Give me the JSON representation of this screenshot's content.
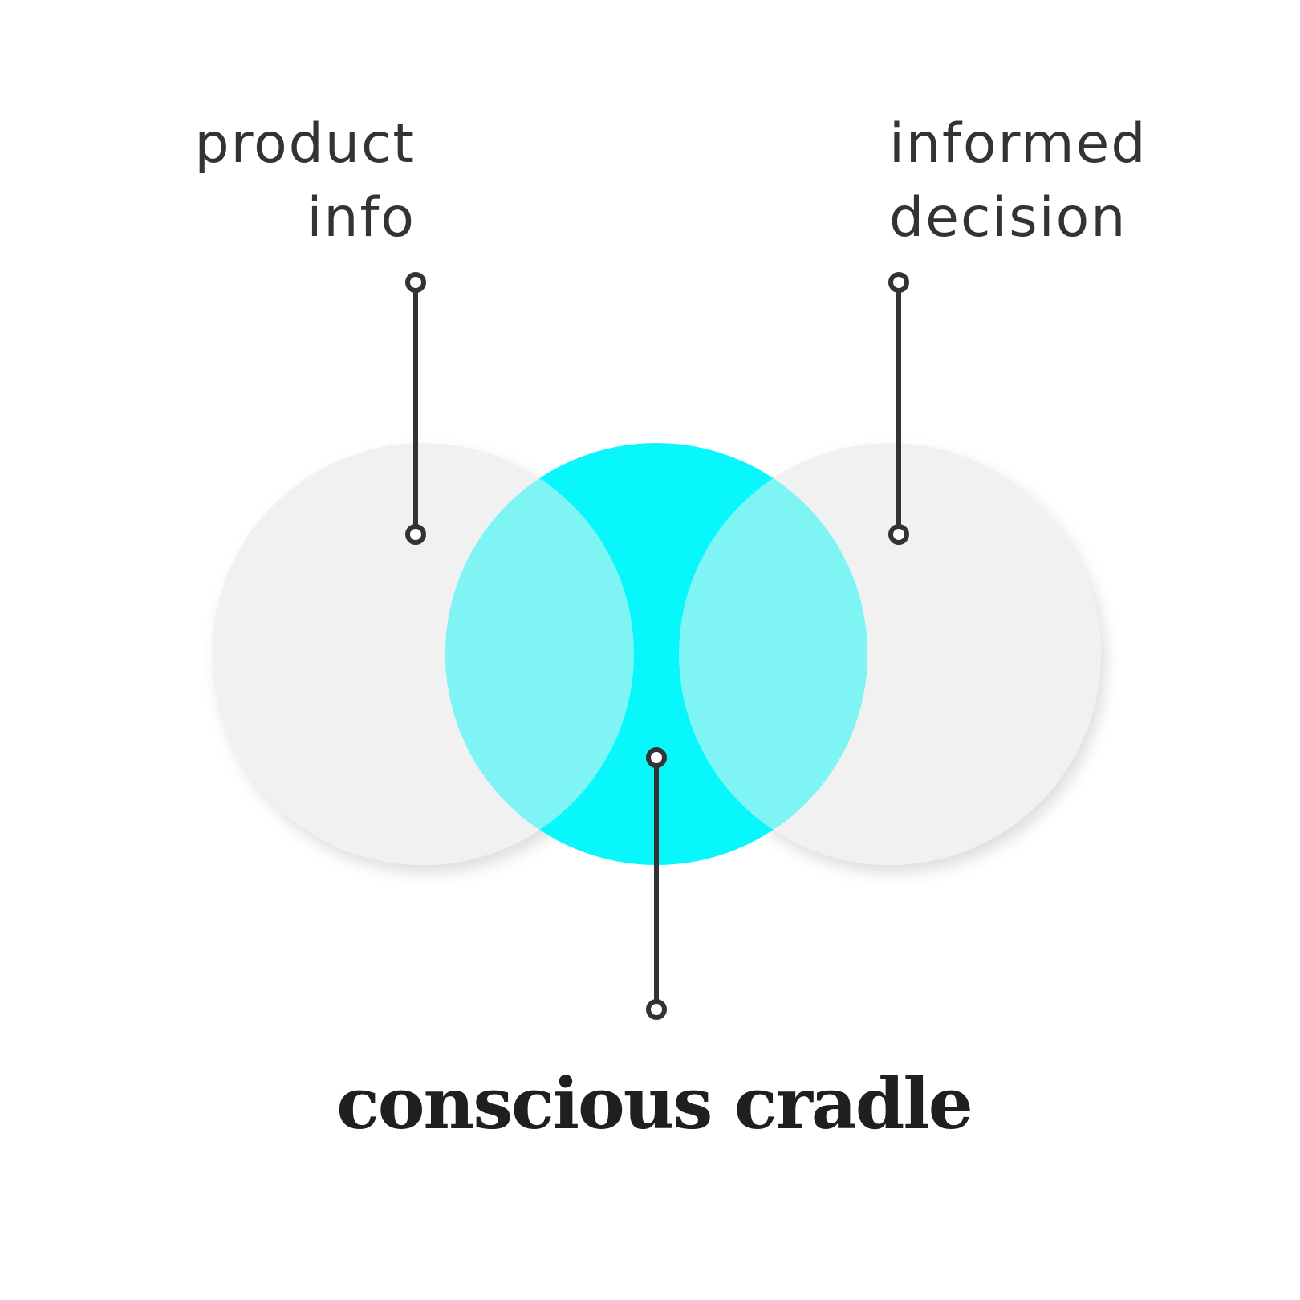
{
  "diagram": {
    "left_label": {
      "line1": "product",
      "line2": "info"
    },
    "right_label": {
      "line1": "informed",
      "line2": "decision"
    },
    "center_label": "conscious cradle"
  },
  "colors": {
    "outer_circle": "#f1f1f1",
    "center_circle": "#08f7fc",
    "overlap": "#7ef5f4",
    "line": "#333333",
    "text": "#333333",
    "title_text": "#1f1f1f",
    "background": "#ffffff"
  }
}
